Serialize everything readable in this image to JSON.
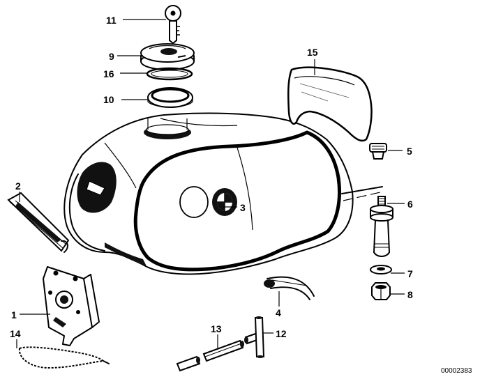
{
  "diagram": {
    "callouts": [
      {
        "id": "c11",
        "label": "11"
      },
      {
        "id": "c9",
        "label": "9"
      },
      {
        "id": "c16",
        "label": "16"
      },
      {
        "id": "c10",
        "label": "10"
      },
      {
        "id": "c15",
        "label": "15"
      },
      {
        "id": "c5",
        "label": "5"
      },
      {
        "id": "c2",
        "label": "2"
      },
      {
        "id": "c3",
        "label": "3"
      },
      {
        "id": "c6",
        "label": "6"
      },
      {
        "id": "c7",
        "label": "7"
      },
      {
        "id": "c8",
        "label": "8"
      },
      {
        "id": "c1",
        "label": "1"
      },
      {
        "id": "c4",
        "label": "4"
      },
      {
        "id": "c13",
        "label": "13"
      },
      {
        "id": "c12",
        "label": "12"
      },
      {
        "id": "c14",
        "label": "14"
      }
    ],
    "drawing_number": "00002383"
  }
}
